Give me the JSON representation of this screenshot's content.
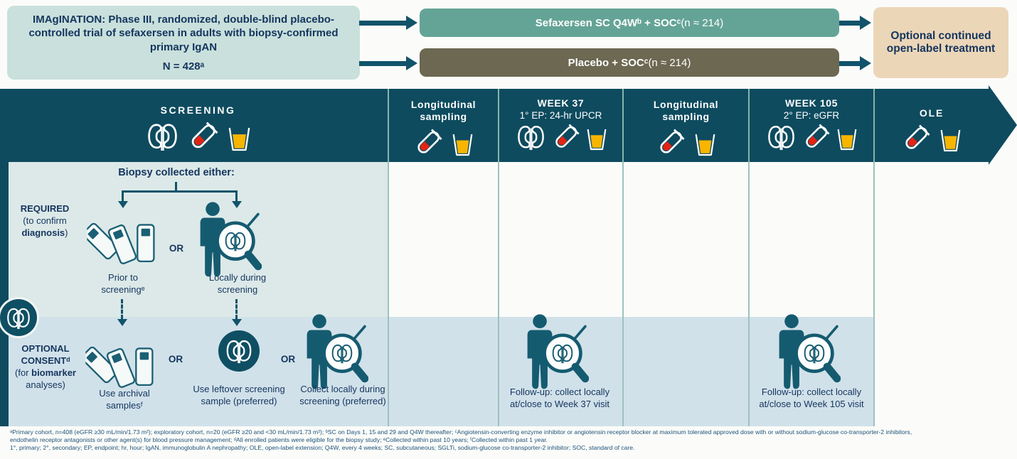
{
  "colors": {
    "dark_teal": "#0e4b5f",
    "accent_teal": "#11536a",
    "trial_box_bg": "#c9e0dc",
    "screening_col_bg": "#dce9e8",
    "optional_band_bg": "#d1e1ea",
    "sefaxersen_bar": "#64a496",
    "placebo_bar": "#6c6852",
    "ole_box_bg": "#ecd6b8",
    "navy_text": "#14355e",
    "footnote_text": "#1d527b",
    "blood_red": "#e42313",
    "urine_yellow": "#f7b500"
  },
  "top": {
    "trial_box": {
      "title": "IMAgINATION: Phase III, randomized, double-blind placebo-controlled trial of sefaxersen in adults with biopsy-confirmed primary IgAN",
      "n_label": "N = 428ᵃ"
    },
    "arms": [
      {
        "label_bold": "Sefaxersen SC Q4Wᵇ + SOCᶜ",
        "label_normal": "(n ≈ 214)"
      },
      {
        "label_bold": "Placebo + SOCᶜ",
        "label_normal": "(n ≈ 214)"
      }
    ],
    "ole_box": {
      "label": "Optional continued open-label treatment"
    }
  },
  "timeline": {
    "columns": [
      {
        "title": "SCREENING",
        "subtitle": "",
        "icons": [
          "kidney-icon",
          "blood-sample-icon",
          "urine-sample-icon"
        ]
      },
      {
        "title": "Longitudinal sampling",
        "subtitle": "",
        "icons": [
          "blood-sample-icon",
          "urine-sample-icon"
        ]
      },
      {
        "title": "WEEK 37",
        "subtitle": "1° EP: 24-hr UPCR",
        "icons": [
          "kidney-icon",
          "blood-sample-icon",
          "urine-sample-icon"
        ]
      },
      {
        "title": "Longitudinal sampling",
        "subtitle": "",
        "icons": [
          "blood-sample-icon",
          "urine-sample-icon"
        ]
      },
      {
        "title": "WEEK 105",
        "subtitle": "2° EP: eGFR",
        "icons": [
          "kidney-icon",
          "blood-sample-icon",
          "urine-sample-icon"
        ]
      },
      {
        "title": "OLE",
        "subtitle": "",
        "icons": [
          "blood-sample-icon",
          "urine-sample-icon"
        ]
      }
    ]
  },
  "body": {
    "required": {
      "label_line1": "REQUIRED",
      "label_line2": "(to confirm",
      "label_line3_bold": "diagnosis",
      "label_line3_end": ")",
      "heading": "Biopsy collected either:",
      "or": "OR",
      "option_prior": "Prior to screeningᵉ",
      "option_locally": "Locally during screening"
    },
    "optional": {
      "label_bold1": "OPTIONAL CONSENTᵈ",
      "label_mid": "(for",
      "label_bold2": "biomarker",
      "label_end": "analyses)",
      "or1": "OR",
      "or2": "OR",
      "option_archival": "Use archival samplesᶠ",
      "option_leftover": "Use leftover screening sample (preferred)",
      "option_collect": "Collect locally during screening (preferred)",
      "followup_week37": "Follow-up: collect locally at/close to Week 37 visit",
      "followup_week105": "Follow-up: collect locally at/close to Week 105 visit"
    }
  },
  "footnotes": {
    "line1": "ᵃPrimary cohort, n=408 (eGFR ≥30 mL/min/1.73 m²); exploratory cohort, n=20 (eGFR ≥20 and <30 mL/min/1.73 m²); ᵇSC on Days 1, 15 and 29 and Q4W thereafter; ᶜAngiotensin-converting enzyme inhibitor or angiotensin receptor blocker at maximum tolerated approved dose with or without sodium-glucose co-transporter-2 inhibitors,",
    "line2": "endothelin receptor antagonists or other agent(s) for blood pressure management; ᵈAll enrolled patients were eligible for the biopsy study; ᵉCollected within past 10 years; ᶠCollected within past 1 year.",
    "line3": "1°, primary; 2°, secondary; EP, endpoint; hr, hour; IgAN, immunoglobulin A nephropathy; OLE, open-label extension; Q4W, every 4 weeks; SC, subcutaneous; SGLTi, sodium-glucose co-transporter-2 inhibitor; SOC, standard of care."
  }
}
